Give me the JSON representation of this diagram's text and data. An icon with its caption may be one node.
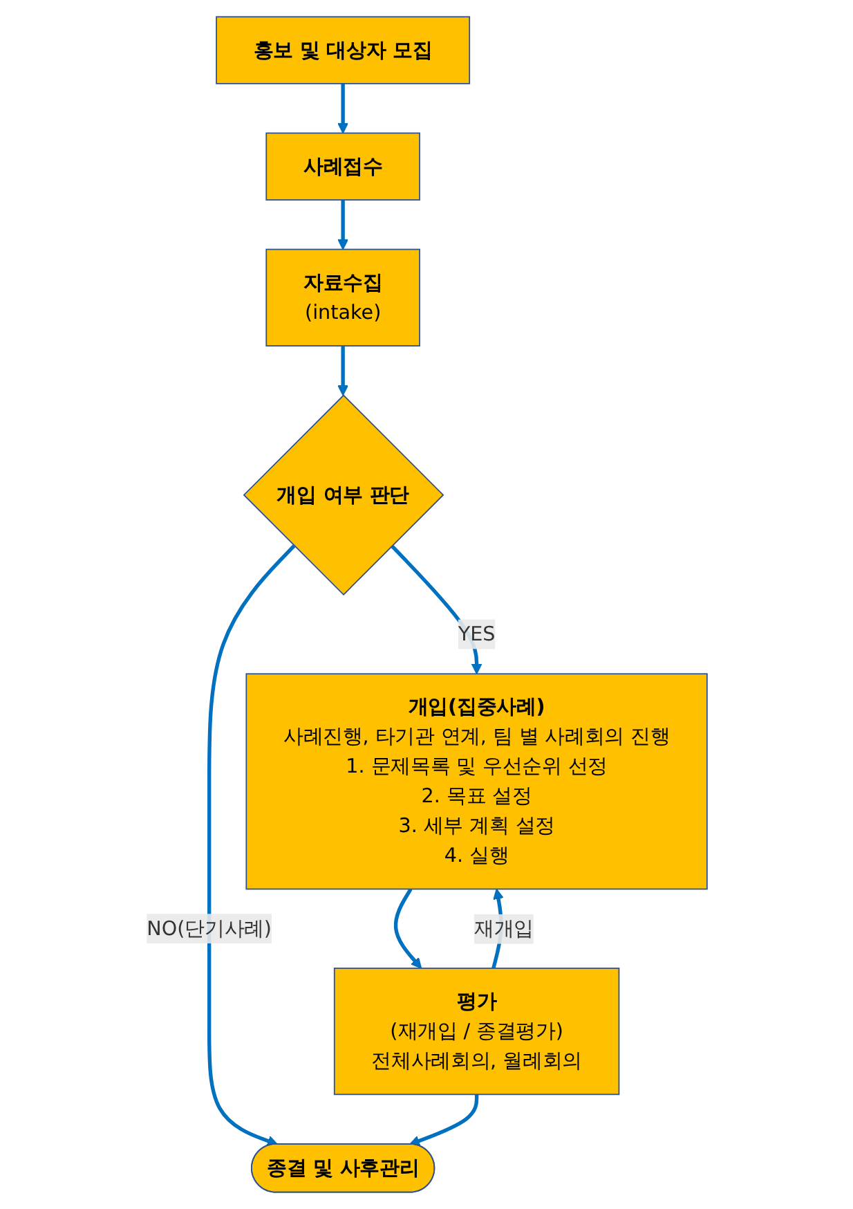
{
  "diagram": {
    "nodes": [
      {
        "text": [
          "홍보 및 대상자 모집"
        ]
      },
      {
        "text": [
          "사례접수"
        ]
      },
      {
        "text": [
          "자료수집",
          "(intake)"
        ]
      },
      {
        "text": [
          "개입 여부 판단"
        ]
      },
      {
        "text": [
          "개입(집중사례)",
          "사례진행, 타기관 연계, 팀 별 사례회의 진행",
          "1. 문제목록 및 우선순위 선정",
          "2. 목표 설정",
          "3. 세부 계획 설정",
          "4. 실행"
        ]
      },
      {
        "text": [
          "평가",
          "(재개입 / 종결평가)",
          "전체사례회의, 월례회의"
        ]
      },
      {
        "text": [
          "종결 및 사후관리"
        ]
      }
    ],
    "edges": [
      {
        "from": 0,
        "to": 1,
        "arrow": "to"
      },
      {
        "from": 1,
        "to": 2,
        "arrow": "to"
      },
      {
        "from": 2,
        "to": 3,
        "arrow": "to"
      },
      {
        "from": 3,
        "to": 4,
        "arrow": "to",
        "label": "YES"
      },
      {
        "from": 3,
        "to": 6,
        "arrow": "to",
        "label": "NO(단기사례)"
      },
      {
        "from": 4,
        "to": 5,
        "arrow": "to"
      },
      {
        "from": 5,
        "to": 4,
        "arrow": "to",
        "label": "재개입"
      },
      {
        "from": 5,
        "to": 6,
        "arrow": "to"
      }
    ]
  }
}
